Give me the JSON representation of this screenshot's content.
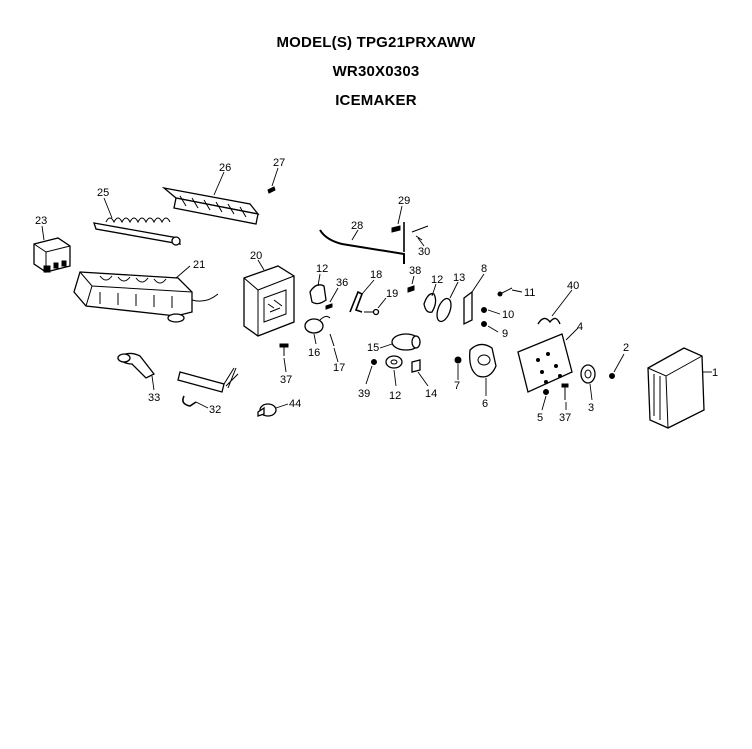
{
  "header": {
    "model": "MODEL(S) TPG21PRXAWW",
    "part_number": "WR30X0303",
    "assembly": "ICEMAKER"
  },
  "callouts": {
    "p1": "1",
    "p2": "2",
    "p3": "3",
    "p4": "4",
    "p5": "5",
    "p6": "6",
    "p7": "7",
    "p8": "8",
    "p9": "9",
    "p10": "10",
    "p11": "11",
    "p12a": "12",
    "p12b": "12",
    "p12c": "12",
    "p13": "13",
    "p14": "14",
    "p15": "15",
    "p16": "16",
    "p17": "17",
    "p18": "18",
    "p19": "19",
    "p20": "20",
    "p21": "21",
    "p23": "23",
    "p25": "25",
    "p26": "26",
    "p27": "27",
    "p28": "28",
    "p29": "29",
    "p30": "30",
    "p32": "32",
    "p33": "33",
    "p36": "36",
    "p37a": "37",
    "p37b": "37",
    "p38": "38",
    "p39": "39",
    "p40": "40",
    "p44": "44"
  }
}
